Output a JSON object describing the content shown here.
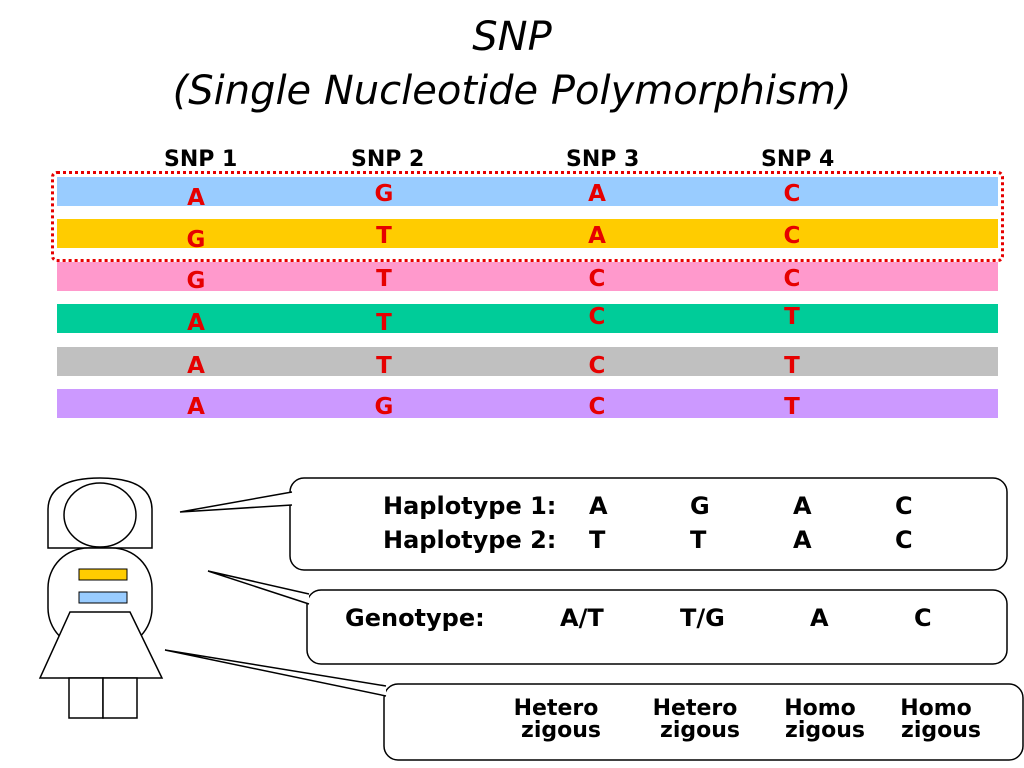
{
  "title": {
    "line1": "SNP",
    "line2": "(Single Nucleotide Polymorphism)"
  },
  "snp_headers": [
    "SNP 1",
    "SNP 2",
    "SNP 3",
    "SNP 4"
  ],
  "strands": [
    {
      "color": "#99ccff",
      "bases": [
        "A",
        "G",
        "A",
        "C"
      ]
    },
    {
      "color": "#ffcc00",
      "bases": [
        "G",
        "T",
        "A",
        "C"
      ]
    },
    {
      "color": "#ff99cc",
      "bases": [
        "G",
        "T",
        "C",
        "C"
      ]
    },
    {
      "color": "#00cc99",
      "bases": [
        "A",
        "T",
        "C",
        "T"
      ]
    },
    {
      "color": "#c0c0c0",
      "bases": [
        "A",
        "T",
        "C",
        "T"
      ]
    },
    {
      "color": "#cc99ff",
      "bases": [
        "A",
        "G",
        "C",
        "T"
      ]
    }
  ],
  "haplotypes": [
    {
      "label": "Haplotype 1:",
      "bases": [
        "A",
        "G",
        "A",
        "C"
      ]
    },
    {
      "label": "Haplotype 2:",
      "bases": [
        "T",
        "T",
        "A",
        "C"
      ]
    }
  ],
  "genotype": {
    "label": "Genotype:",
    "values": [
      "A/T",
      "T/G",
      "A",
      "C"
    ]
  },
  "zygosity": [
    {
      "line1": "Hetero",
      "line2": "zigous"
    },
    {
      "line1": "Hetero",
      "line2": "zigous"
    },
    {
      "line1": "Homo",
      "line2": "zigous"
    },
    {
      "line1": "Homo",
      "line2": "zigous"
    }
  ],
  "colors": {
    "base_text": "#e60000",
    "selection_outline": "#e60000",
    "person_band_1": "#ffcc00",
    "person_band_2": "#99ccff"
  }
}
